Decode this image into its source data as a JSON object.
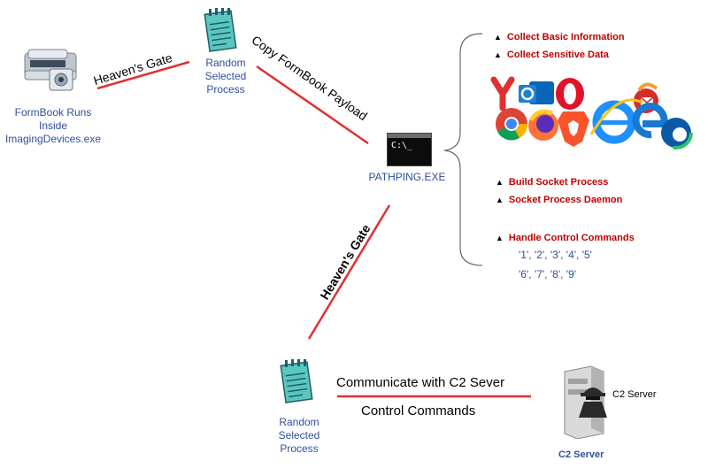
{
  "formbook": {
    "caption_lines": [
      "FormBook Runs",
      "Inside",
      "ImagingDevices.exe"
    ]
  },
  "random_top": {
    "caption_lines": [
      "Random",
      "Selected",
      "Process"
    ]
  },
  "random_bottom": {
    "caption_lines": [
      "Random",
      "Selected",
      "Process"
    ]
  },
  "pathping": {
    "console_text": "C:\\_",
    "label": "PATHPING.EXE"
  },
  "edges": {
    "heavens_gate_top": "Heaven's Gate",
    "copy_payload": "Copy FormBook Payload",
    "heavens_gate_mid": "Heaven's Gate",
    "communicate": "Communicate with C2 Sever",
    "control_commands": "Control Commands"
  },
  "capabilities": {
    "top": [
      "Collect Basic Information",
      "Collect Sensitive Data"
    ],
    "middle": [
      "Build Socket Process",
      "Socket Process Daemon"
    ],
    "handle": "Handle Control Commands",
    "command_rows": [
      "'1', '2', '3', '4', '5'",
      "'6', '7', '8', '9'"
    ]
  },
  "c2": {
    "side_label": "C2 Server",
    "caption": "C2 Server"
  },
  "colors": {
    "edge_red": "#e03030",
    "caption_blue": "#2f4f9a",
    "item_red": "#c00000"
  }
}
